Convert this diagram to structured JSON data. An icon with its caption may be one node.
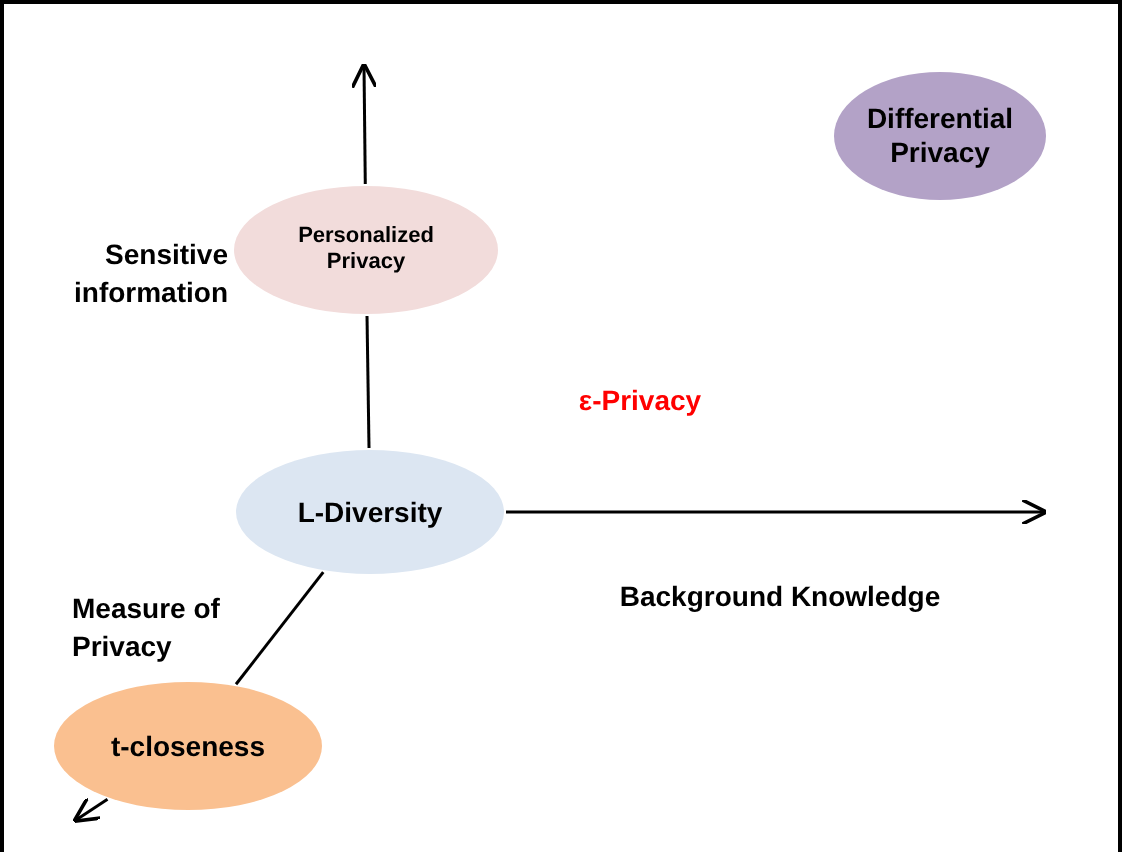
{
  "diagram": {
    "nodes": [
      {
        "text": [
          "Differential Privacy"
        ]
      },
      {
        "text": [
          "Personalized Privacy"
        ]
      },
      {
        "text": [
          "L-Diversity"
        ]
      },
      {
        "text": [
          "t-closeness"
        ]
      }
    ],
    "edges": [
      {
        "from": 2,
        "to": 1,
        "arrow": "none"
      },
      {
        "from": 1,
        "to": null,
        "arrow": "to"
      },
      {
        "from": 2,
        "to": null,
        "arrow": "to"
      },
      {
        "from": 2,
        "to": 3,
        "arrow": "none"
      },
      {
        "from": 3,
        "to": null,
        "arrow": "to"
      }
    ],
    "labels": [
      "Sensitive information",
      "ε-Privacy",
      "Background Knowledge",
      "Measure of Privacy"
    ]
  }
}
